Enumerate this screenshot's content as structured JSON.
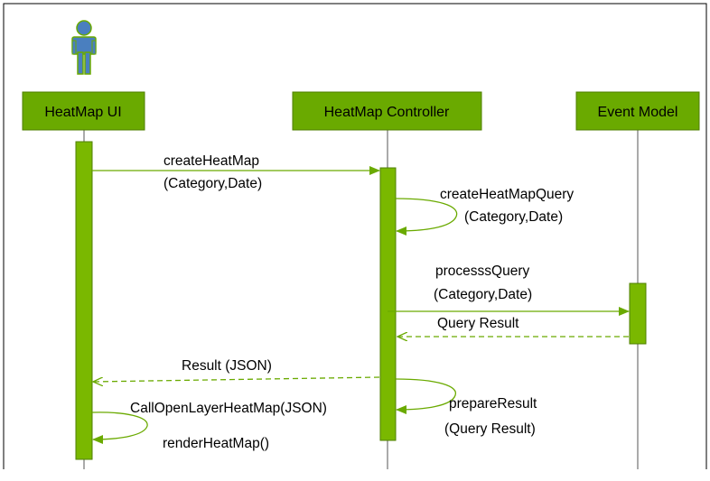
{
  "colors": {
    "participant_fill": "#6aaa00",
    "participant_border": "#4f7f00",
    "activation_fill": "#7ab800",
    "message_line": "#6aaa00",
    "actor_fill": "#4a7fbf",
    "actor_border": "#6aaa00",
    "frame": "#000000",
    "lifeline": "#555555"
  },
  "actor": {
    "icon": "person-icon"
  },
  "participants": [
    {
      "label": "HeatMap UI"
    },
    {
      "label": "HeatMap Controller"
    },
    {
      "label": "Event Model"
    }
  ],
  "messages": [
    {
      "from": "HeatMap UI",
      "to": "HeatMap Controller",
      "style": "sync",
      "lines": [
        "createHeatMap",
        "(Category,Date)"
      ]
    },
    {
      "from": "HeatMap Controller",
      "to": "HeatMap Controller",
      "style": "self",
      "lines": [
        "createHeatMapQuery",
        "(Category,Date)"
      ]
    },
    {
      "from": "HeatMap Controller",
      "to": "Event Model",
      "style": "sync",
      "lines": [
        "processsQuery",
        "(Category,Date)"
      ]
    },
    {
      "from": "Event Model",
      "to": "HeatMap Controller",
      "style": "return",
      "lines": [
        "Query Result"
      ]
    },
    {
      "from": "HeatMap Controller",
      "to": "HeatMap UI",
      "style": "return",
      "lines": [
        "Result (JSON)"
      ]
    },
    {
      "from": "HeatMap Controller",
      "to": "HeatMap Controller",
      "style": "self",
      "lines": [
        "prepareResult",
        "(Query Result)"
      ]
    },
    {
      "from": "HeatMap UI",
      "to": "HeatMap UI",
      "style": "self",
      "lines": [
        "CallOpenLayerHeatMap(JSON)",
        "renderHeatMap()"
      ]
    }
  ]
}
